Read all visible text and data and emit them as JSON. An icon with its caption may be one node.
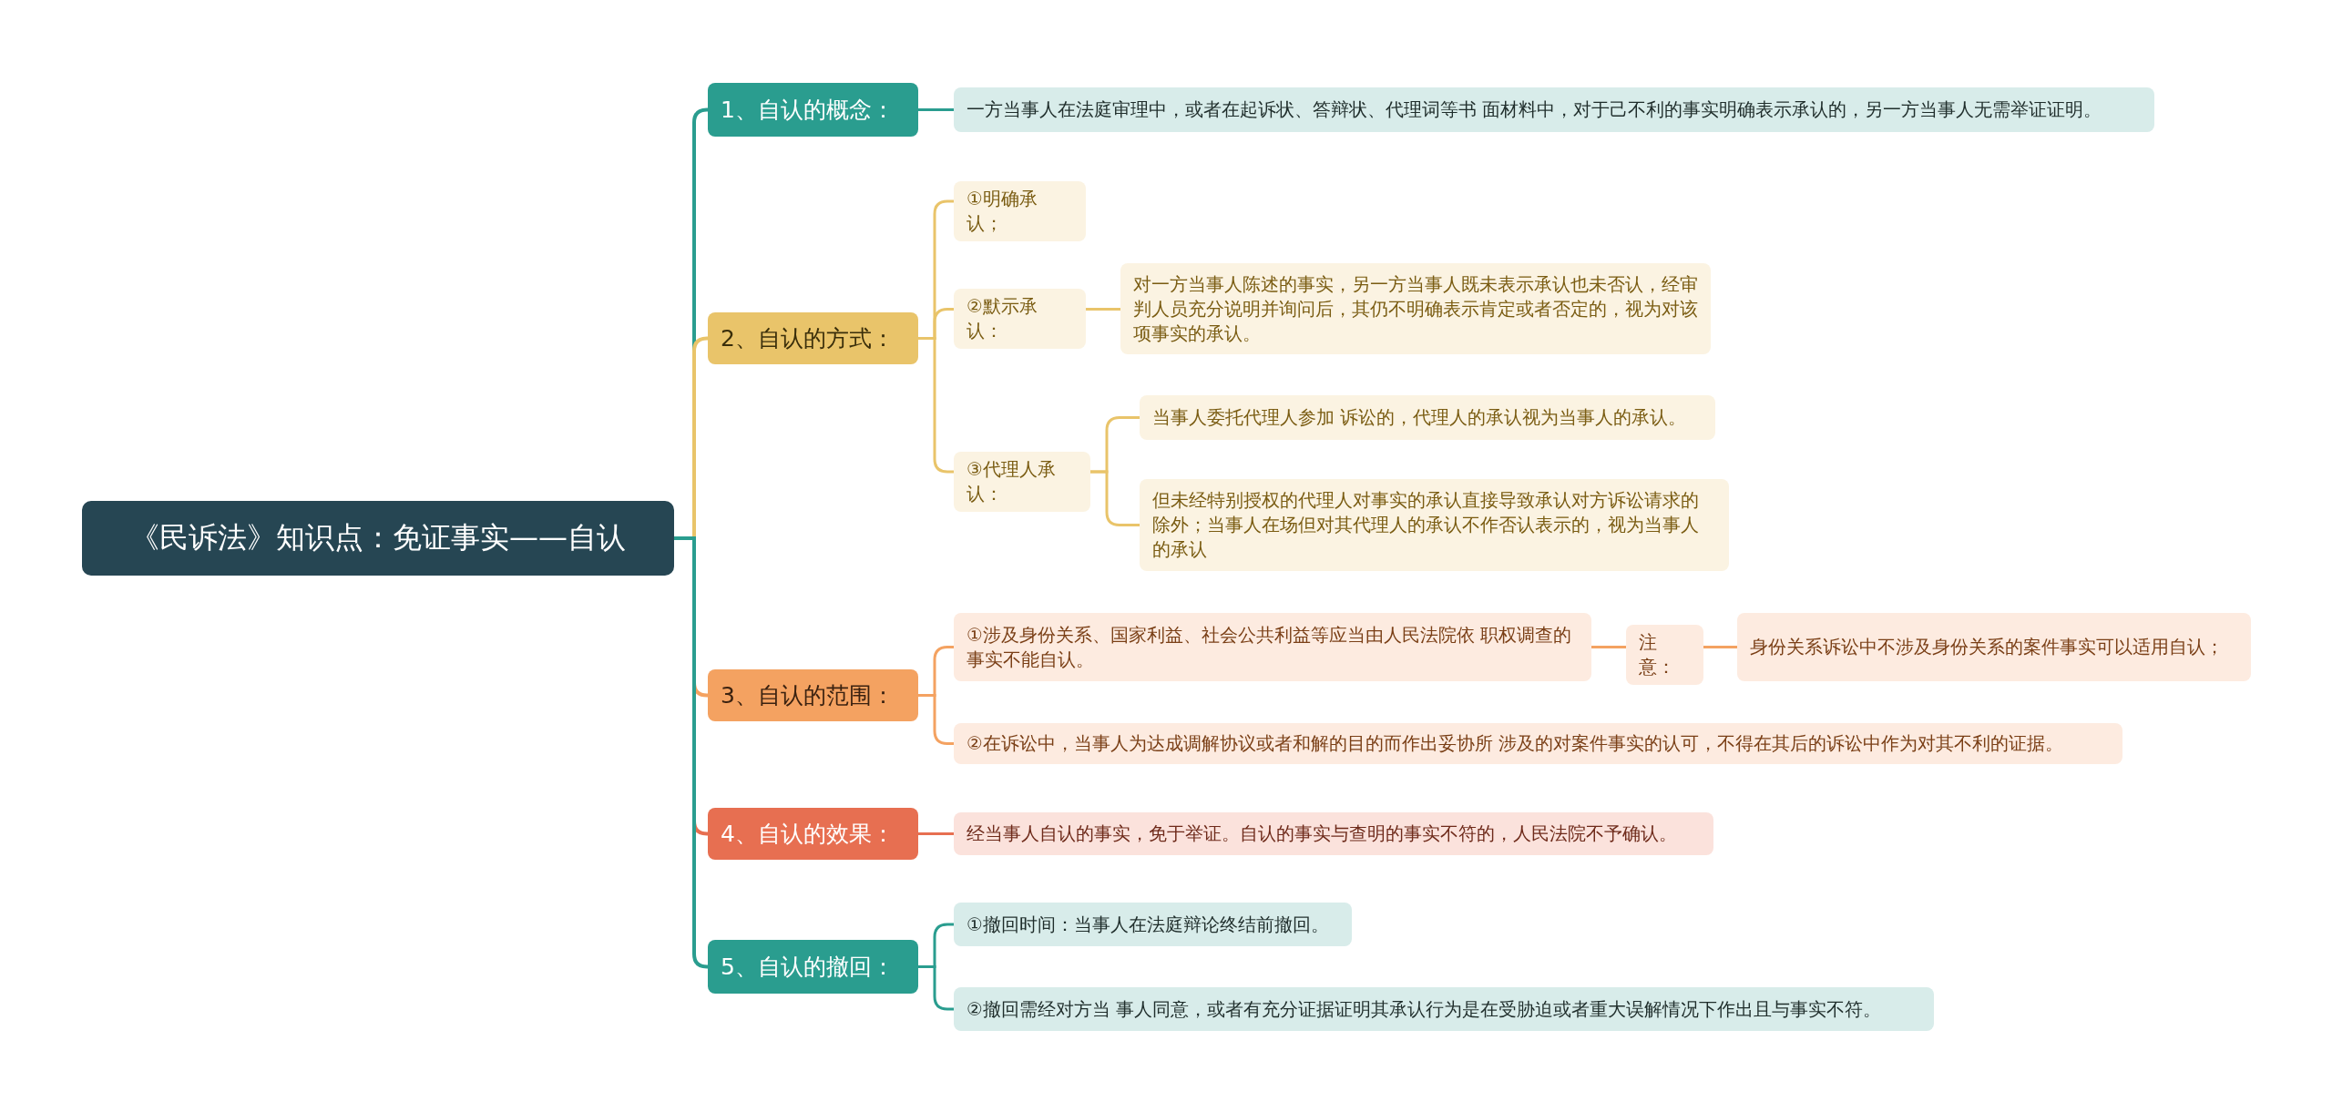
{
  "diagram": {
    "nodes": [
      {
        "text": [
          "《民诉法》知识点：免证事实——自认"
        ]
      },
      {
        "text": [
          "1、自认的概念："
        ]
      },
      {
        "text": [
          "一方当事人在法庭审理中，或者在起诉状、答辩状、代理词等书 面材料中，对于己不利的事实明确表示承认的，另一方当事人无需举证证明。"
        ]
      },
      {
        "text": [
          "2、自认的方式："
        ]
      },
      {
        "text": [
          "①明确承认；"
        ]
      },
      {
        "text": [
          "②默示承认："
        ]
      },
      {
        "text": [
          "对一方当事人陈述的事实，另一方当事人既未表示承认也未否认，经审判人员充分说明并询问后，其仍不明确表示肯定或者否定的，视为对该项事实的承认。"
        ]
      },
      {
        "text": [
          "③代理人承认："
        ]
      },
      {
        "text": [
          "当事人委托代理人参加 诉讼的，代理人的承认视为当事人的承认。"
        ]
      },
      {
        "text": [
          "但未经特别授权的代理人对事实的承认直接导致承认对方诉讼请求的除外；当事人在场但对其代理人的承认不作否认表示的，视为当事人的承认"
        ]
      },
      {
        "text": [
          "3、自认的范围："
        ]
      },
      {
        "text": [
          "①涉及身份关系、国家利益、社会公共利益等应当由人民法院依 职权调查的事实不能自认。"
        ]
      },
      {
        "text": [
          "注意："
        ]
      },
      {
        "text": [
          "身份关系诉讼中不涉及身份关系的案件事实可以适用自认；"
        ]
      },
      {
        "text": [
          "②在诉讼中，当事人为达成调解协议或者和解的目的而作出妥协所 涉及的对案件事实的认可，不得在其后的诉讼中作为对其不利的证据。"
        ]
      },
      {
        "text": [
          "4、自认的效果："
        ]
      },
      {
        "text": [
          "经当事人自认的事实，免于举证。自认的事实与查明的事实不符的，人民法院不予确认。"
        ]
      },
      {
        "text": [
          "5、自认的撤回："
        ]
      },
      {
        "text": [
          "①撤回时间：当事人在法庭辩论终结前撤回。"
        ]
      },
      {
        "text": [
          "②撤回需经对方当 事人同意，或者有充分证据证明其承认行为是在受胁迫或者重大误解情况下作出且与事实不符。"
        ]
      }
    ],
    "edges": [
      {
        "from": 0,
        "to": 1,
        "arrow": "none",
        "color": "#2a9d8f"
      },
      {
        "from": 1,
        "to": 2,
        "arrow": "none",
        "color": "#2a9d8f"
      },
      {
        "from": 0,
        "to": 3,
        "arrow": "none"
      },
      {
        "from": 3,
        "to": 4,
        "arrow": "none"
      },
      {
        "from": 3,
        "to": 5,
        "arrow": "none"
      },
      {
        "from": 5,
        "to": 6,
        "arrow": "none"
      },
      {
        "from": 3,
        "to": 7,
        "arrow": "none"
      },
      {
        "from": 7,
        "to": 8,
        "arrow": "none"
      },
      {
        "from": 7,
        "to": 9,
        "arrow": "none"
      },
      {
        "from": 0,
        "to": 10,
        "arrow": "none",
        "color": "#f4a261"
      },
      {
        "from": 10,
        "to": 11,
        "arrow": "none",
        "color": "#f4a261"
      },
      {
        "from": 11,
        "to": 12,
        "arrow": "none",
        "color": "#f4a261"
      },
      {
        "from": 12,
        "to": 13,
        "arrow": "none",
        "color": "#f4a261"
      },
      {
        "from": 10,
        "to": 14,
        "arrow": "none",
        "color": "#f4a261"
      },
      {
        "from": 0,
        "to": 15,
        "arrow": "none",
        "color": "#e76f51"
      },
      {
        "from": 15,
        "to": 16,
        "arrow": "none",
        "color": "#e76f51"
      },
      {
        "from": 0,
        "to": 17,
        "arrow": "none",
        "color": "#2a9d8f"
      },
      {
        "from": 17,
        "to": 18,
        "arrow": "none",
        "color": "#2a9d8f"
      },
      {
        "from": 17,
        "to": 19,
        "arrow": "none",
        "color": "#2a9d8f"
      }
    ]
  }
}
